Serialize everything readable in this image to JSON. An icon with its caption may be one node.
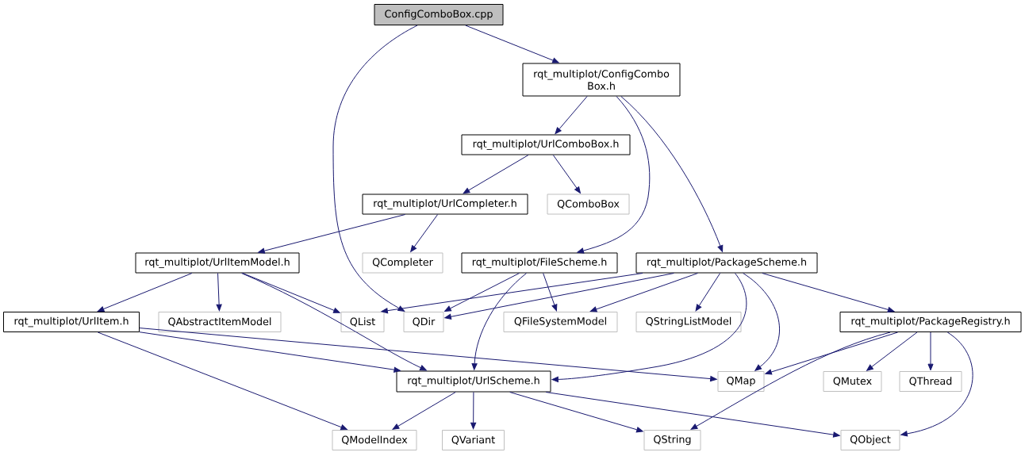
{
  "diagram": {
    "nodes": [
      {
        "text": [
          "ConfigComboBox.cpp"
        ]
      },
      {
        "text": [
          "rqt_multiplot/ConfigCombo Box.h"
        ]
      },
      {
        "text": [
          "rqt_multiplot/UrlComboBox.h"
        ]
      },
      {
        "text": [
          "rqt_multiplot/UrlCompleter.h"
        ]
      },
      {
        "text": [
          "QComboBox"
        ]
      },
      {
        "text": [
          "rqt_multiplot/UrlItemModel.h"
        ]
      },
      {
        "text": [
          "QCompleter"
        ]
      },
      {
        "text": [
          "rqt_multiplot/FileScheme.h"
        ]
      },
      {
        "text": [
          "rqt_multiplot/PackageScheme.h"
        ]
      },
      {
        "text": [
          "rqt_multiplot/UrlItem.h"
        ]
      },
      {
        "text": [
          "QAbstractItemModel"
        ]
      },
      {
        "text": [
          "QList"
        ]
      },
      {
        "text": [
          "QDir"
        ]
      },
      {
        "text": [
          "QFileSystemModel"
        ]
      },
      {
        "text": [
          "QStringListModel"
        ]
      },
      {
        "text": [
          "rqt_multiplot/PackageRegistry.h"
        ]
      },
      {
        "text": [
          "rqt_multiplot/UrlScheme.h"
        ]
      },
      {
        "text": [
          "QMap"
        ]
      },
      {
        "text": [
          "QMutex"
        ]
      },
      {
        "text": [
          "QThread"
        ]
      },
      {
        "text": [
          "QModelIndex"
        ]
      },
      {
        "text": [
          "QVariant"
        ]
      },
      {
        "text": [
          "QString"
        ]
      },
      {
        "text": [
          "QObject"
        ]
      }
    ],
    "edges": [
      {
        "from": 0,
        "to": 1,
        "arrow": "to"
      },
      {
        "from": 0,
        "to": 12,
        "arrow": "to"
      },
      {
        "from": 1,
        "to": 2,
        "arrow": "to"
      },
      {
        "from": 1,
        "to": 7,
        "arrow": "to"
      },
      {
        "from": 1,
        "to": 8,
        "arrow": "to"
      },
      {
        "from": 2,
        "to": 3,
        "arrow": "to"
      },
      {
        "from": 2,
        "to": 4,
        "arrow": "to"
      },
      {
        "from": 3,
        "to": 5,
        "arrow": "to"
      },
      {
        "from": 3,
        "to": 6,
        "arrow": "to"
      },
      {
        "from": 5,
        "to": 9,
        "arrow": "to"
      },
      {
        "from": 5,
        "to": 10,
        "arrow": "to"
      },
      {
        "from": 5,
        "to": 11,
        "arrow": "to"
      },
      {
        "from": 5,
        "to": 16,
        "arrow": "to"
      },
      {
        "from": 7,
        "to": 12,
        "arrow": "to"
      },
      {
        "from": 7,
        "to": 13,
        "arrow": "to"
      },
      {
        "from": 7,
        "to": 16,
        "arrow": "to"
      },
      {
        "from": 8,
        "to": 11,
        "arrow": "to"
      },
      {
        "from": 8,
        "to": 12,
        "arrow": "to"
      },
      {
        "from": 8,
        "to": 13,
        "arrow": "to"
      },
      {
        "from": 8,
        "to": 14,
        "arrow": "to"
      },
      {
        "from": 8,
        "to": 15,
        "arrow": "to"
      },
      {
        "from": 8,
        "to": 17,
        "arrow": "to"
      },
      {
        "from": 8,
        "to": 16,
        "arrow": "to"
      },
      {
        "from": 9,
        "to": 16,
        "arrow": "to"
      },
      {
        "from": 9,
        "to": 17,
        "arrow": "to"
      },
      {
        "from": 9,
        "to": 20,
        "arrow": "to"
      },
      {
        "from": 15,
        "to": 17,
        "arrow": "to"
      },
      {
        "from": 15,
        "to": 22,
        "arrow": "to"
      },
      {
        "from": 15,
        "to": 18,
        "arrow": "to"
      },
      {
        "from": 15,
        "to": 19,
        "arrow": "to"
      },
      {
        "from": 15,
        "to": 23,
        "arrow": "to"
      },
      {
        "from": 16,
        "to": 20,
        "arrow": "to"
      },
      {
        "from": 16,
        "to": 21,
        "arrow": "to"
      },
      {
        "from": 16,
        "to": 22,
        "arrow": "to"
      },
      {
        "from": 16,
        "to": 23,
        "arrow": "to"
      }
    ]
  }
}
